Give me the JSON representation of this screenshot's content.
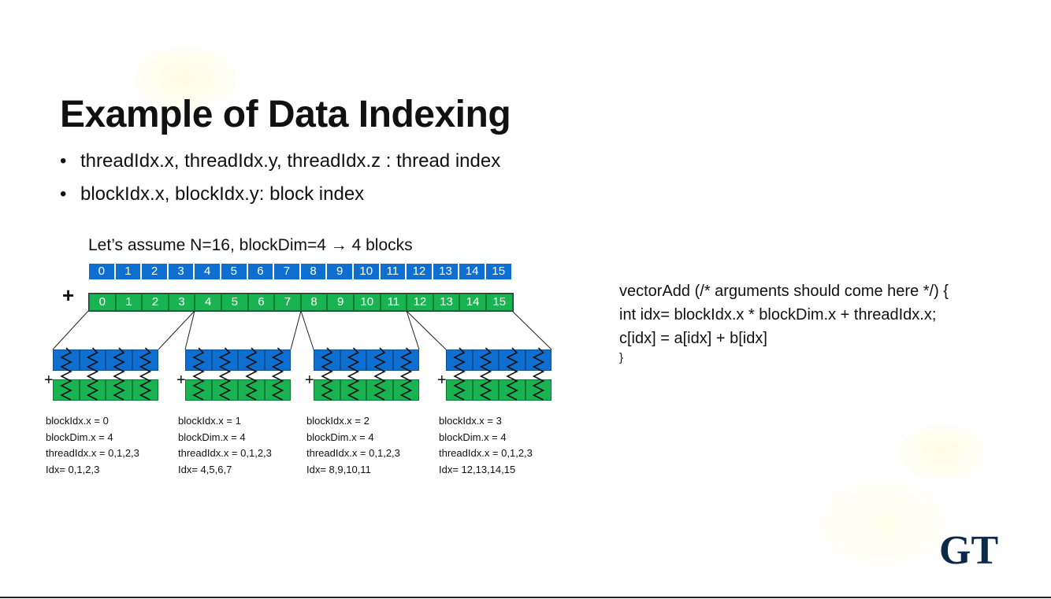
{
  "slide": {
    "title": "Example of Data Indexing",
    "bullets": [
      "threadIdx.x, threadIdx.y, threadIdx.z : thread index",
      "blockIdx.x, blockIdx.y: block index"
    ],
    "bullet_marker": "•"
  },
  "diagram": {
    "assumption_text": "Let’s assume N=16, blockDim=4 → 4 blocks",
    "plus_symbol": "+",
    "indices": [
      "0",
      "1",
      "2",
      "3",
      "4",
      "5",
      "6",
      "7",
      "8",
      "9",
      "10",
      "11",
      "12",
      "13",
      "14",
      "15"
    ],
    "colors": {
      "array_a": "#0f6fd0",
      "array_b": "#19b352"
    },
    "blocks": [
      {
        "lines": [
          "blockIdx.x = 0",
          "blockDim.x = 4",
          "threadIdx.x = 0,1,2,3",
          "Idx= 0,1,2,3"
        ]
      },
      {
        "lines": [
          "blockIdx.x = 1",
          "blockDim.x = 4",
          "threadIdx.x = 0,1,2,3",
          "Idx= 4,5,6,7"
        ]
      },
      {
        "lines": [
          "blockIdx.x = 2",
          "blockDim.x = 4",
          "threadIdx.x = 0,1,2,3",
          "Idx= 8,9,10,11"
        ]
      },
      {
        "lines": [
          "blockIdx.x = 3",
          "blockDim.x = 4",
          "threadIdx.x = 0,1,2,3",
          "Idx= 12,13,14,15"
        ]
      }
    ]
  },
  "code": {
    "lines": [
      "vectorAdd (/* arguments should come here */) {",
      "int idx= blockIdx.x * blockDim.x + threadIdx.x;",
      "c[idx] = a[idx] + b[idx]",
      "}"
    ]
  },
  "logo": {
    "text": "GT",
    "color": "#0b2a4a"
  }
}
